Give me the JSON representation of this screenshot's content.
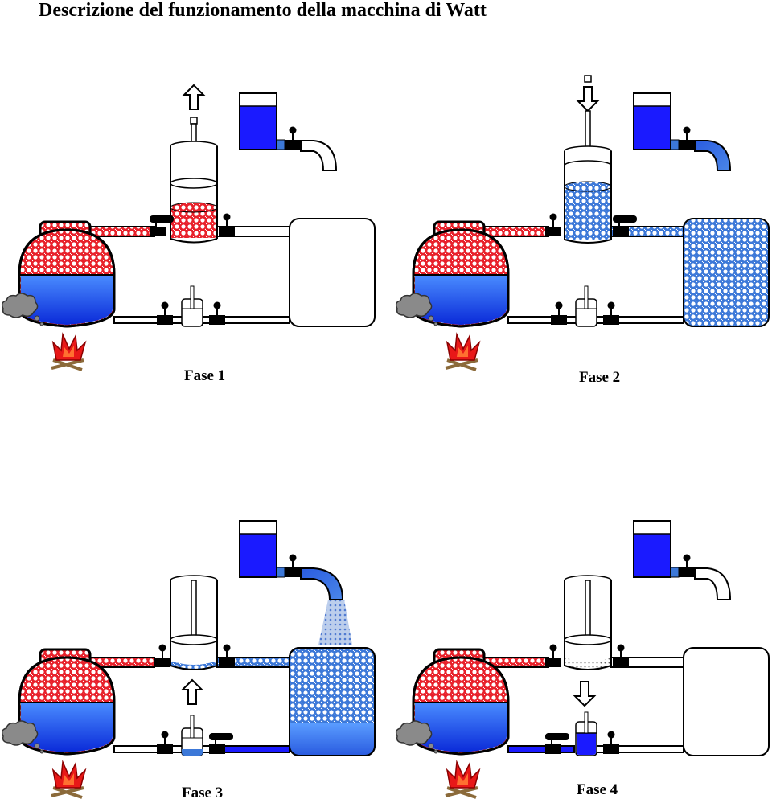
{
  "title": "Descrizione del funzionamento della macchina di Watt",
  "phases": [
    {
      "label": "Fase 1",
      "piston_motion": "up",
      "condenser": "empty",
      "tank_tap": "closed",
      "boiler_valve": "open",
      "condenser_valve": "closed"
    },
    {
      "label": "Fase 2",
      "piston_motion": "down",
      "condenser": "filling-with-steam",
      "tank_tap": "open",
      "boiler_valve": "closed",
      "condenser_valve": "open"
    },
    {
      "label": "Fase 3",
      "piston_motion": "up",
      "condenser": "steam-condensing-with-spray",
      "tank_tap": "open",
      "pump_valve": "open"
    },
    {
      "label": "Fase 4",
      "piston_motion": "down",
      "condenser": "empty",
      "tank_tap": "closed",
      "pump_valve": "open"
    }
  ],
  "colors": {
    "water": "#1a1aff",
    "water_light": "#4a86e8",
    "steam_red": "#e8202a",
    "steam_blue": "#3c78d8",
    "smoke": "#8a8a8a",
    "fire": "#e81818",
    "outline": "#000000"
  },
  "icons": [
    "arrow-up-icon",
    "arrow-down-icon",
    "fire-icon",
    "smoke-icon",
    "valve-icon"
  ]
}
